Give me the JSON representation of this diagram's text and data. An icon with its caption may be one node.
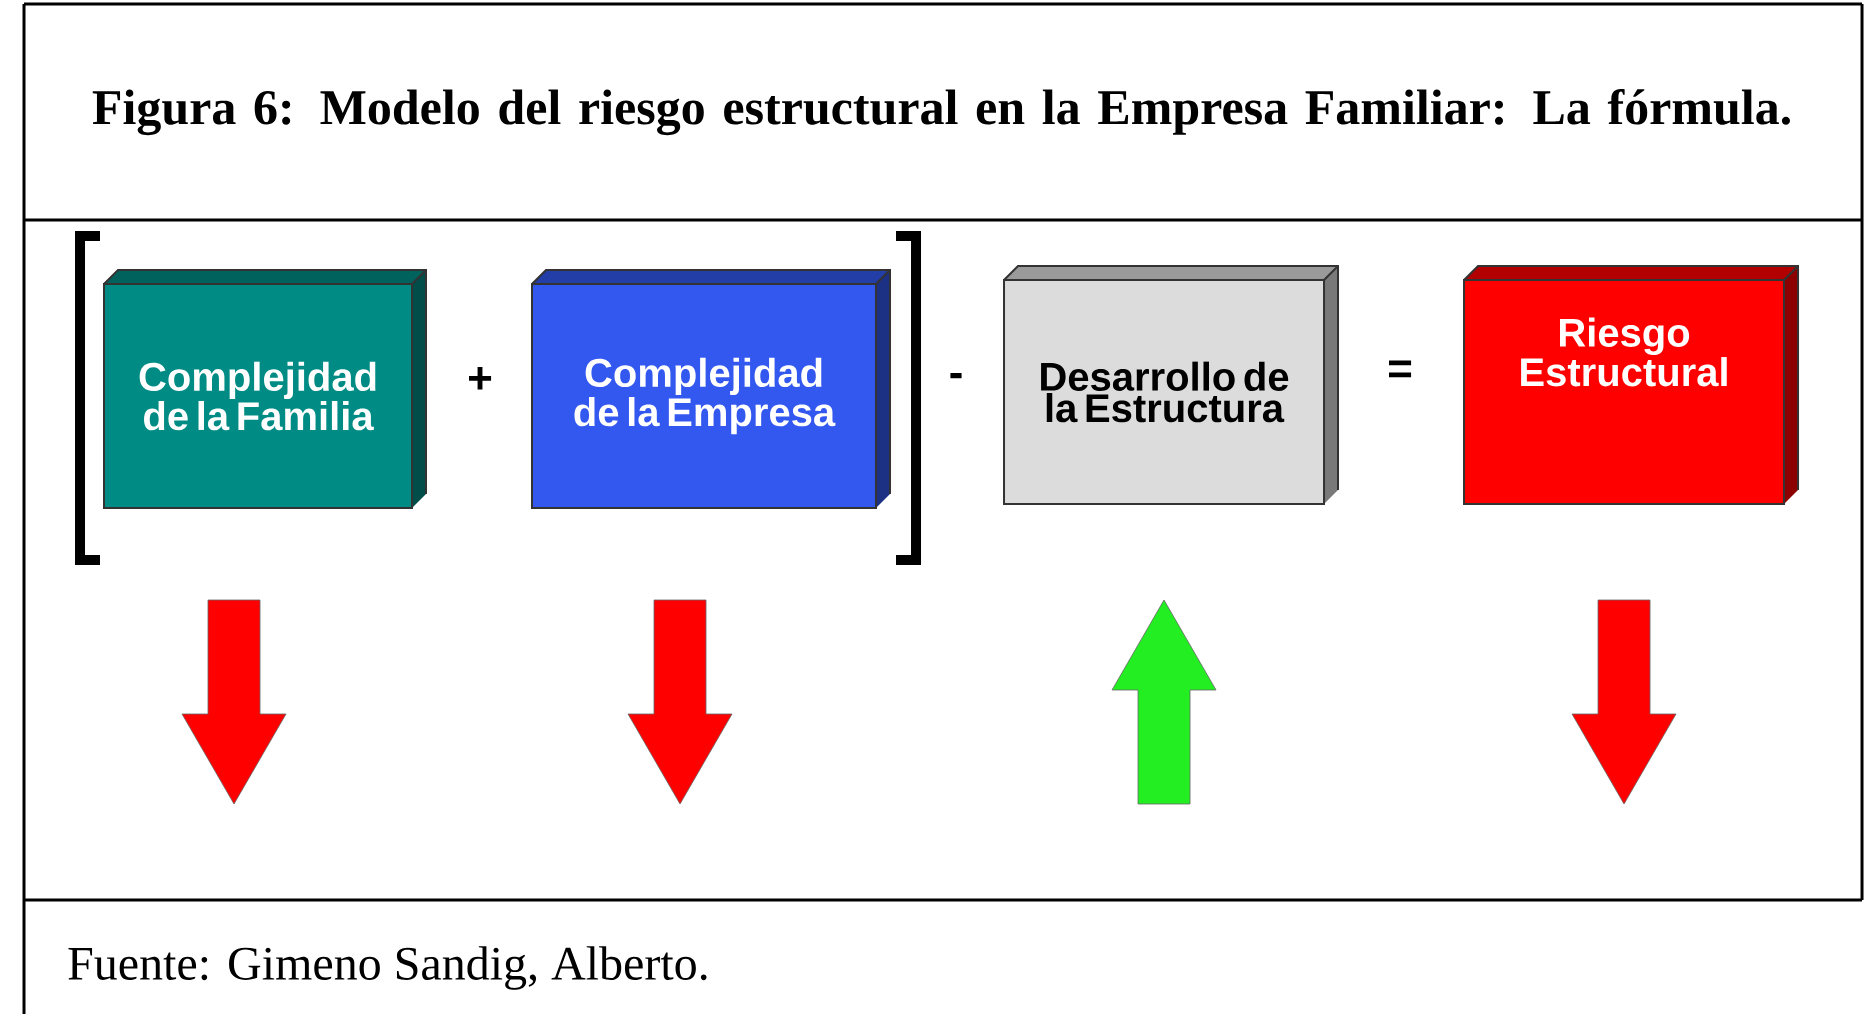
{
  "diagram": {
    "title": "Figura 6: Modelo del riesgo estructural en la Empresa Familiar: La fórmula.",
    "caption": "Fuente: Gimeno Sandig, Alberto.",
    "nodes": [
      {
        "text": [
          "Complejidad de la Familia"
        ]
      },
      {
        "text": [
          "Complejidad de la Empresa"
        ]
      },
      {
        "text": [
          "Desarrollo de la Estructura"
        ]
      },
      {
        "text": [
          "Riesgo Estructural"
        ]
      }
    ],
    "labels": [
      "+",
      "-",
      "="
    ]
  }
}
